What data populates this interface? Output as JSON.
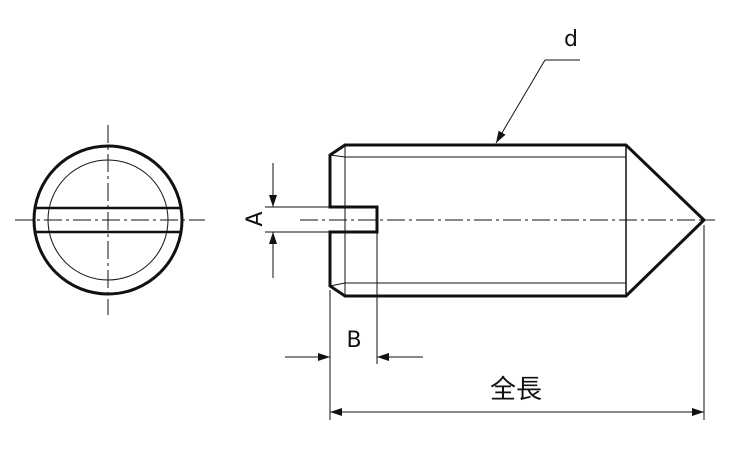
{
  "labels": {
    "diameter": "d",
    "slot_depth": "A",
    "slot_width": "B",
    "total_length": "全長"
  },
  "colors": {
    "line": "#111111",
    "background": "#ffffff"
  }
}
